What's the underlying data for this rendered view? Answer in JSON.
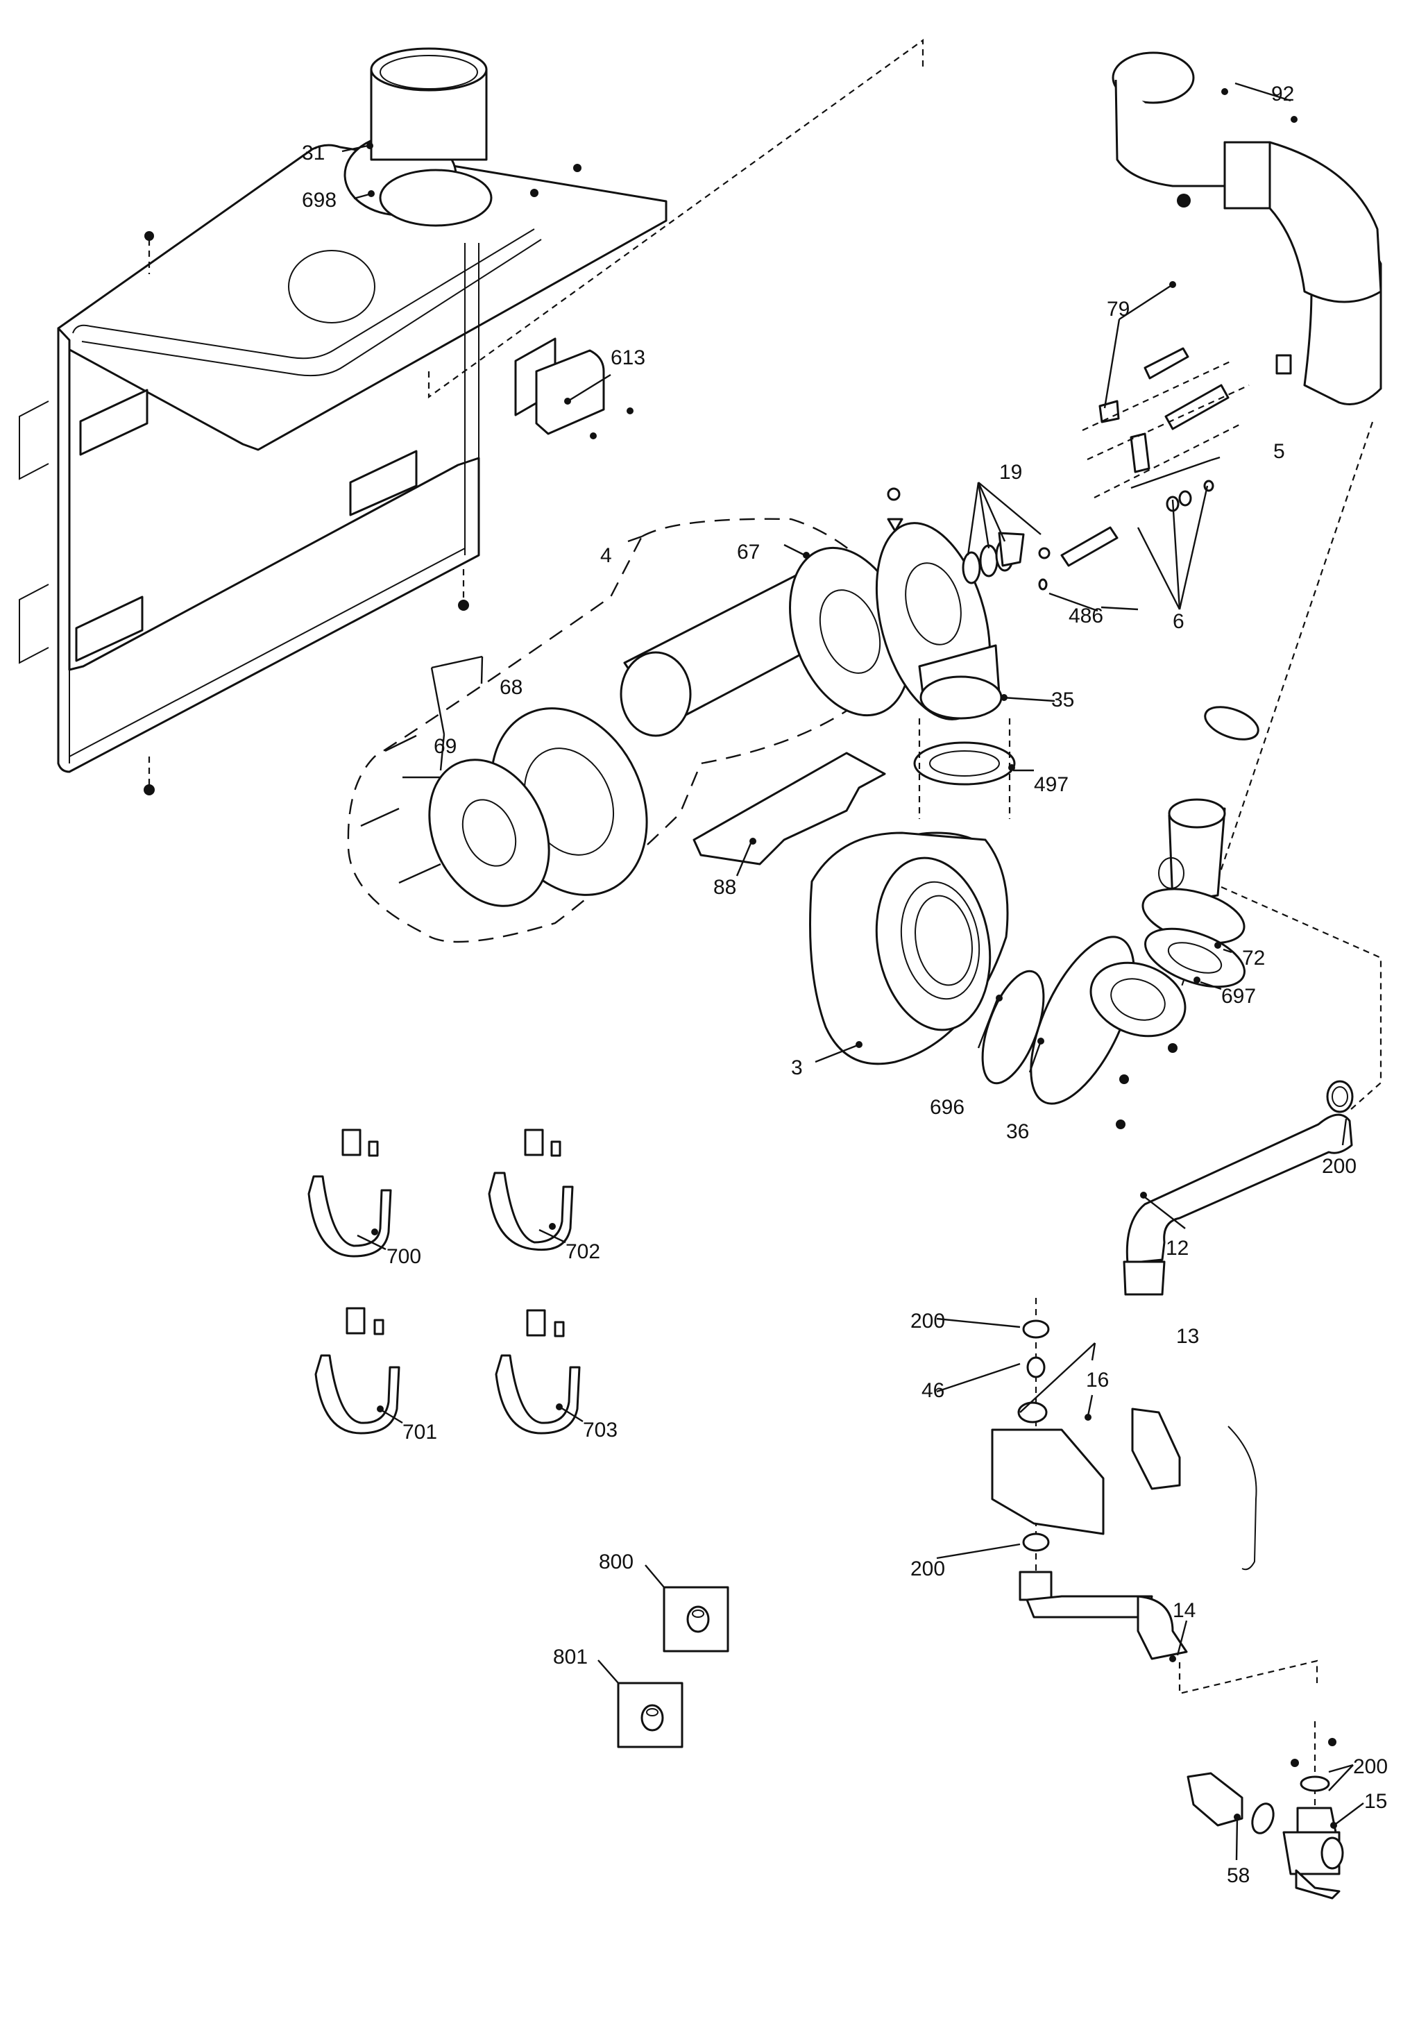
{
  "diagram": {
    "type": "exploded-parts-view",
    "background": "#ffffff",
    "line_color": "#111111",
    "callouts": [
      {
        "id": "c31",
        "label": "31",
        "part": "flue-adaptor"
      },
      {
        "id": "c698",
        "label": "698",
        "part": "flue-gasket"
      },
      {
        "id": "c613",
        "label": "613",
        "part": "transformer-module"
      },
      {
        "id": "c92",
        "label": "92",
        "part": "flue-elbow-pipe"
      },
      {
        "id": "c79",
        "label": "79",
        "part": "ionisation-electrode-kit"
      },
      {
        "id": "c5",
        "label": "5",
        "part": "ignition-electrode-kit"
      },
      {
        "id": "c19",
        "label": "19",
        "part": "sight-glass-kit"
      },
      {
        "id": "c486",
        "label": "486",
        "part": "washer"
      },
      {
        "id": "c6",
        "label": "6",
        "part": "electrode-assembly"
      },
      {
        "id": "c4",
        "label": "4",
        "part": "burner-assembly"
      },
      {
        "id": "c67",
        "label": "67",
        "part": "burner-gasket"
      },
      {
        "id": "c35",
        "label": "35",
        "part": "burner-door"
      },
      {
        "id": "c68",
        "label": "68",
        "part": "burner-head"
      },
      {
        "id": "c69",
        "label": "69",
        "part": "burner-flange-kit"
      },
      {
        "id": "c497",
        "label": "497",
        "part": "fan-gasket"
      },
      {
        "id": "c88",
        "label": "88",
        "part": "heat-shield"
      },
      {
        "id": "c72",
        "label": "72",
        "part": "venturi"
      },
      {
        "id": "c697",
        "label": "697",
        "part": "venturi-gasket"
      },
      {
        "id": "c3",
        "label": "3",
        "part": "fan"
      },
      {
        "id": "c696",
        "label": "696",
        "part": "o-ring"
      },
      {
        "id": "c36",
        "label": "36",
        "part": "air-inlet-elbow"
      },
      {
        "id": "c200a",
        "label": "200",
        "part": "sealing-washer"
      },
      {
        "id": "c12",
        "label": "12",
        "part": "gas-pipe"
      },
      {
        "id": "c700",
        "label": "700",
        "part": "harness"
      },
      {
        "id": "c702",
        "label": "702",
        "part": "harness"
      },
      {
        "id": "c701",
        "label": "701",
        "part": "harness"
      },
      {
        "id": "c703",
        "label": "703",
        "part": "harness"
      },
      {
        "id": "c200b",
        "label": "200",
        "part": "sealing-washer"
      },
      {
        "id": "c13",
        "label": "13",
        "part": "gas-valve"
      },
      {
        "id": "c46",
        "label": "46",
        "part": "gas-restrictor"
      },
      {
        "id": "c16",
        "label": "16",
        "part": "valve-connector"
      },
      {
        "id": "c200c",
        "label": "200",
        "part": "sealing-washer"
      },
      {
        "id": "c14",
        "label": "14",
        "part": "gas-inlet-pipe"
      },
      {
        "id": "c800",
        "label": "800",
        "part": "gas-restrictor-insert"
      },
      {
        "id": "c801",
        "label": "801",
        "part": "gas-restrictor-insert"
      },
      {
        "id": "c200d",
        "label": "200",
        "part": "sealing-washer"
      },
      {
        "id": "c15",
        "label": "15",
        "part": "gas-cock"
      },
      {
        "id": "c58",
        "label": "58",
        "part": "compression-nut"
      }
    ]
  }
}
